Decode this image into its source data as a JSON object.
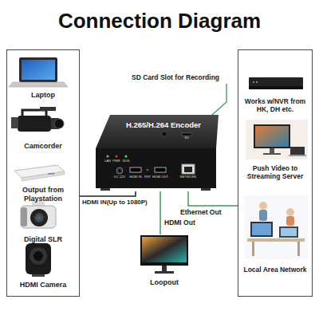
{
  "diagram": {
    "title": "Connection Diagram",
    "nodes": [
      {
        "text": [
          "Laptop",
          "Camcorder",
          "Output from Playstation",
          "Digital SLR",
          "HDMI Camera"
        ]
      },
      {
        "text": [
          "Works w/NVR from HK, DH etc.",
          "Push Video to Streaming Server",
          "Local Area Network"
        ]
      },
      {
        "text": [
          "H.265/H.264 Encoder"
        ]
      },
      {
        "text": [
          "Loopout"
        ]
      }
    ],
    "edges": [
      {
        "from": 0,
        "to": 2,
        "label": "HDMI IN(Up to 1080P)",
        "arrow": "none"
      },
      {
        "from": 2,
        "to": 3,
        "label": "HDMI Out",
        "arrow": "none"
      },
      {
        "from": 2,
        "to": 1,
        "label": "Ethernet Out",
        "arrow": "none"
      }
    ],
    "labels": [
      "SD Card Slot for Recording",
      "LAN",
      "PWR",
      "RUN",
      "DC 12V",
      "HDMI IN",
      "RST",
      "HDMI OUT",
      "NETWORK",
      "SD"
    ]
  }
}
